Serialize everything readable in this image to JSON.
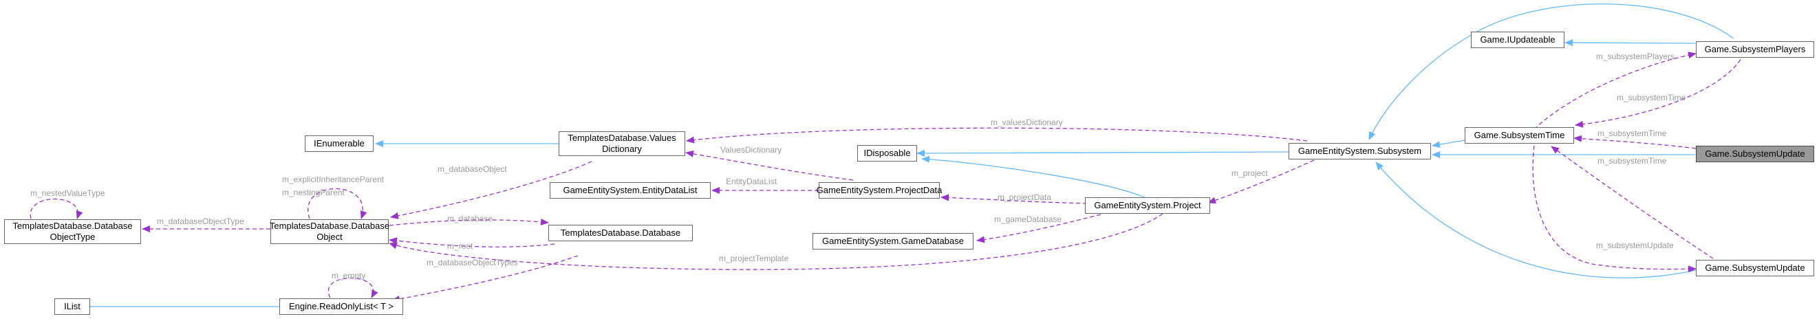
{
  "nodes": {
    "ilist": "IList",
    "readonlylist": "Engine.ReadOnlyList< T >",
    "dbobjtype_l1": "TemplatesDatabase.Database",
    "dbobjtype_l2": "ObjectType",
    "dbobject_l1": "TemplatesDatabase.Database",
    "dbobject_l2": "Object",
    "database": "TemplatesDatabase.Database",
    "ienumerable": "IEnumerable",
    "valuesdict_l1": "TemplatesDatabase.Values",
    "valuesdict_l2": "Dictionary",
    "entitydatalist": "GameEntitySystem.EntityDataList",
    "projectdata": "GameEntitySystem.ProjectData",
    "gamedatabase": "GameEntitySystem.GameDatabase",
    "idisposable": "IDisposable",
    "project": "GameEntitySystem.Project",
    "subsystem": "GameEntitySystem.Subsystem",
    "iupdateable": "Game.IUpdateable",
    "subsystemtime": "Game.SubsystemTime",
    "subsystemplayers": "Game.SubsystemPlayers",
    "subsystemupdate_main": "Game.SubsystemUpdate",
    "subsystemupdate": "Game.SubsystemUpdate"
  },
  "edge_labels": {
    "m_nestedValueType": "m_nestedValueType",
    "m_explicitInheritanceParent": "m_explicitInheritanceParent",
    "m_nestingParent": "m_nestingParent",
    "m_databaseObjectType": "m_databaseObjectType",
    "m_databaseObject": "m_databaseObject",
    "m_database": "m_database",
    "m_root": "m_root",
    "m_databaseObjectTypes": "m_databaseObjectTypes",
    "m_empty": "m_empty",
    "ValuesDictionary": "ValuesDictionary",
    "EntityDataList": "EntityDataList",
    "m_valuesDictionary": "m_valuesDictionary",
    "m_projectData": "m_projectData",
    "m_gameDatabase": "m_gameDatabase",
    "m_projectTemplate": "m_projectTemplate",
    "m_project": "m_project",
    "m_subsystemPlayers": "m_subsystemPlayers",
    "m_subsystemTime_a": "m_subsystemTime",
    "m_subsystemTime_b": "m_subsystemTime",
    "m_subsystemTime_c": "m_subsystemTime",
    "m_subsystemUpdate": "m_subsystemUpdate"
  },
  "colors": {
    "inheritance": "#63b8ff",
    "usage": "#9a32cd",
    "label": "#9a9a9a",
    "highlight_fill": "#999999"
  }
}
